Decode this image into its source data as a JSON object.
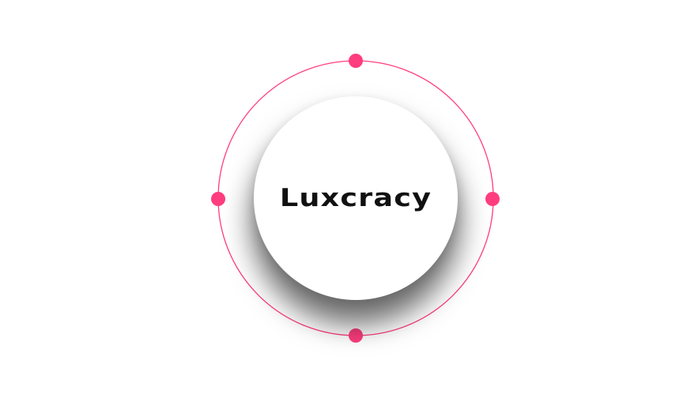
{
  "brand": {
    "logo_text": "Luxcracy"
  },
  "orbit": {
    "accent_color": "#ff3d7f",
    "nodes": [
      "top",
      "right",
      "bottom",
      "left"
    ]
  },
  "colors": {
    "background": "#ffffff",
    "disc": "#ffffff",
    "logo_text": "#111111"
  }
}
